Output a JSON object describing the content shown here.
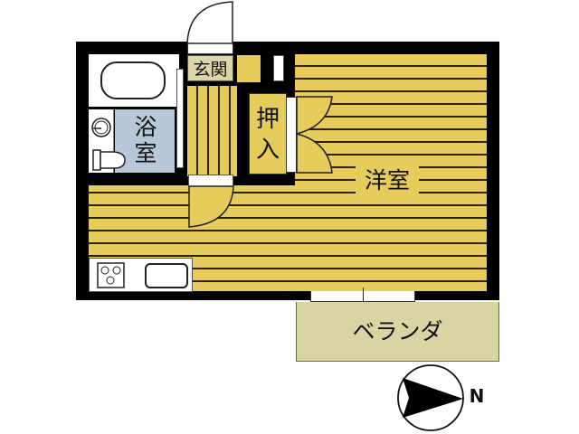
{
  "floorplan": {
    "rooms": {
      "entrance": "玄関",
      "bath": "浴室",
      "closet_line1": "押",
      "closet_line2": "入",
      "western_room": "洋室",
      "veranda": "ベランダ"
    },
    "compass": {
      "label": "N",
      "icon": "north-arrow-icon"
    },
    "colors": {
      "floor": "#e6cc5a",
      "bath": "#b8c8d8",
      "veranda": "#d8d4a4",
      "entrance": "#dcd6a8",
      "wall": "#000000"
    }
  }
}
